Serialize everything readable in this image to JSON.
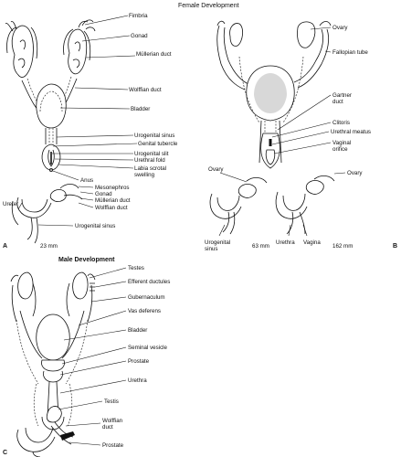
{
  "titles": {
    "female": "Female Development",
    "male": "Male Development"
  },
  "panels": {
    "a": "A",
    "b": "B",
    "c": "C"
  },
  "panel_a": {
    "labels": [
      "Fimbria",
      "Gonad",
      "Müllerian duct",
      "Wolffian duct",
      "Bladder",
      "Urogenital sinus",
      "Genital tubercle",
      "Urogenital slit",
      "Urethral fold",
      "Labia scrotal",
      "swelling",
      "Anus"
    ],
    "side_labels": [
      "Mesonephros",
      "Gonad",
      "Müllerian duct",
      "Wolffian duct",
      "Urogenital sinus"
    ],
    "ureter": "Ureter",
    "stage": "23 mm"
  },
  "panel_b": {
    "labels": [
      "Ovary",
      "Fallopian tube",
      "Gartner",
      "duct",
      "Clitoris",
      "Urethral meatus",
      "Vaginal",
      "orifice"
    ],
    "side1": [
      "Ovary",
      "Urogenital",
      "sinus"
    ],
    "side2": [
      "Ovary",
      "Urethra",
      "Vagina"
    ],
    "stages": [
      "63 mm",
      "162 mm"
    ]
  },
  "panel_c": {
    "labels": [
      "Testes",
      "Efferent ductules",
      "Gubernaculum",
      "Vas deferens",
      "Bladder",
      "Seminal vesicle",
      "Prostate",
      "Urethra"
    ],
    "side_labels": [
      "Testis",
      "Wolffian",
      "duct",
      "Prostate"
    ]
  }
}
